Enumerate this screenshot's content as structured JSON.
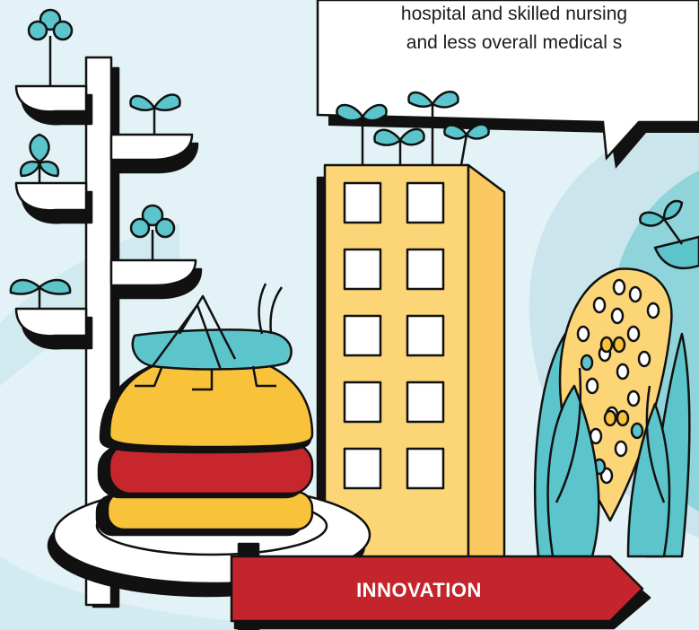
{
  "speech_bubble": {
    "lines": [
      "hospital and skilled nursing",
      "and less overall medical s"
    ]
  },
  "sign": {
    "label": "INNOVATION"
  },
  "colors": {
    "background": "#e3f2f6",
    "teal": "#5cc5cc",
    "pale_teal": "#bfe1e8",
    "building": "#fcd577",
    "bun": "#f8c33b",
    "patty": "#c8262d",
    "sign": "#c4252c",
    "outline": "#111111"
  }
}
